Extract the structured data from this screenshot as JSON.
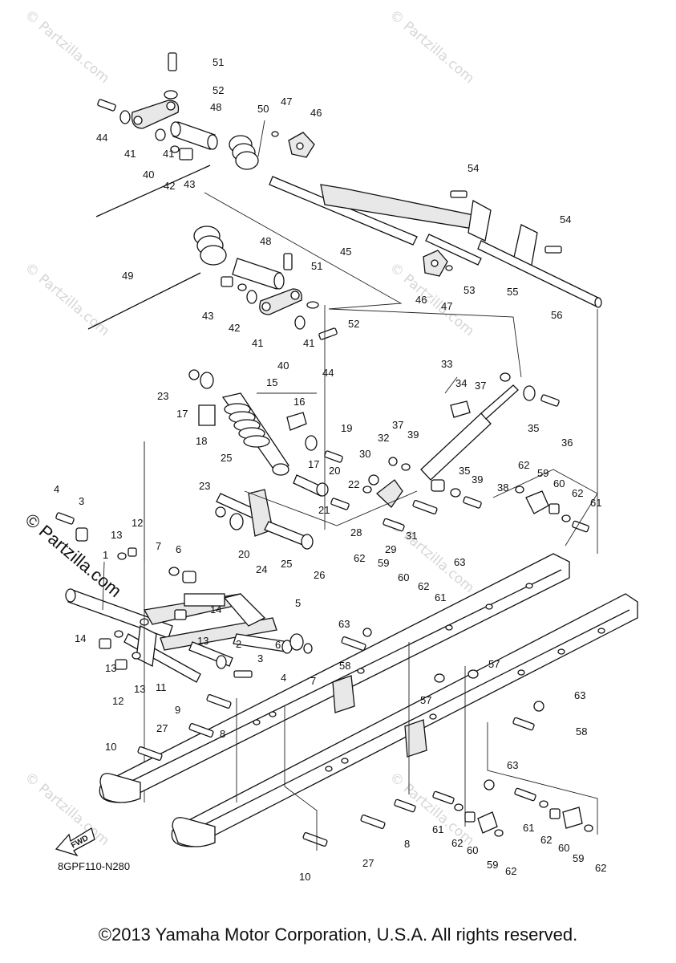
{
  "watermark": "© Partzilla.com",
  "brand_watermark": "© Partzilla.com",
  "diagram_code": "8GPF110-N280",
  "fwd_label": "FWD",
  "copyright": "©2013 Yamaha Motor Corporation, U.S.A. All rights reserved.",
  "callouts": [
    "51",
    "52",
    "48",
    "50",
    "47",
    "46",
    "44",
    "41",
    "40",
    "41",
    "42",
    "43",
    "54",
    "54",
    "45",
    "53",
    "55",
    "56",
    "49",
    "48",
    "51",
    "43",
    "42",
    "41",
    "40",
    "41",
    "52",
    "44",
    "46",
    "47",
    "33",
    "34",
    "37",
    "35",
    "36",
    "23",
    "17",
    "15",
    "16",
    "18",
    "19",
    "17",
    "32",
    "37",
    "39",
    "30",
    "20",
    "22",
    "35",
    "39",
    "38",
    "62",
    "59",
    "60",
    "62",
    "61",
    "25",
    "23",
    "21",
    "28",
    "31",
    "4",
    "3",
    "13",
    "12",
    "7",
    "6",
    "20",
    "24",
    "25",
    "26",
    "29",
    "62",
    "59",
    "60",
    "62",
    "61",
    "63",
    "1",
    "14",
    "13",
    "5",
    "14",
    "13",
    "2",
    "3",
    "63",
    "58",
    "4",
    "6",
    "7",
    "57",
    "12",
    "13",
    "11",
    "9",
    "57",
    "63",
    "27",
    "8",
    "58",
    "10",
    "63",
    "61",
    "61",
    "8",
    "62",
    "60",
    "59",
    "62",
    "62",
    "60",
    "59",
    "62",
    "27",
    "10"
  ]
}
